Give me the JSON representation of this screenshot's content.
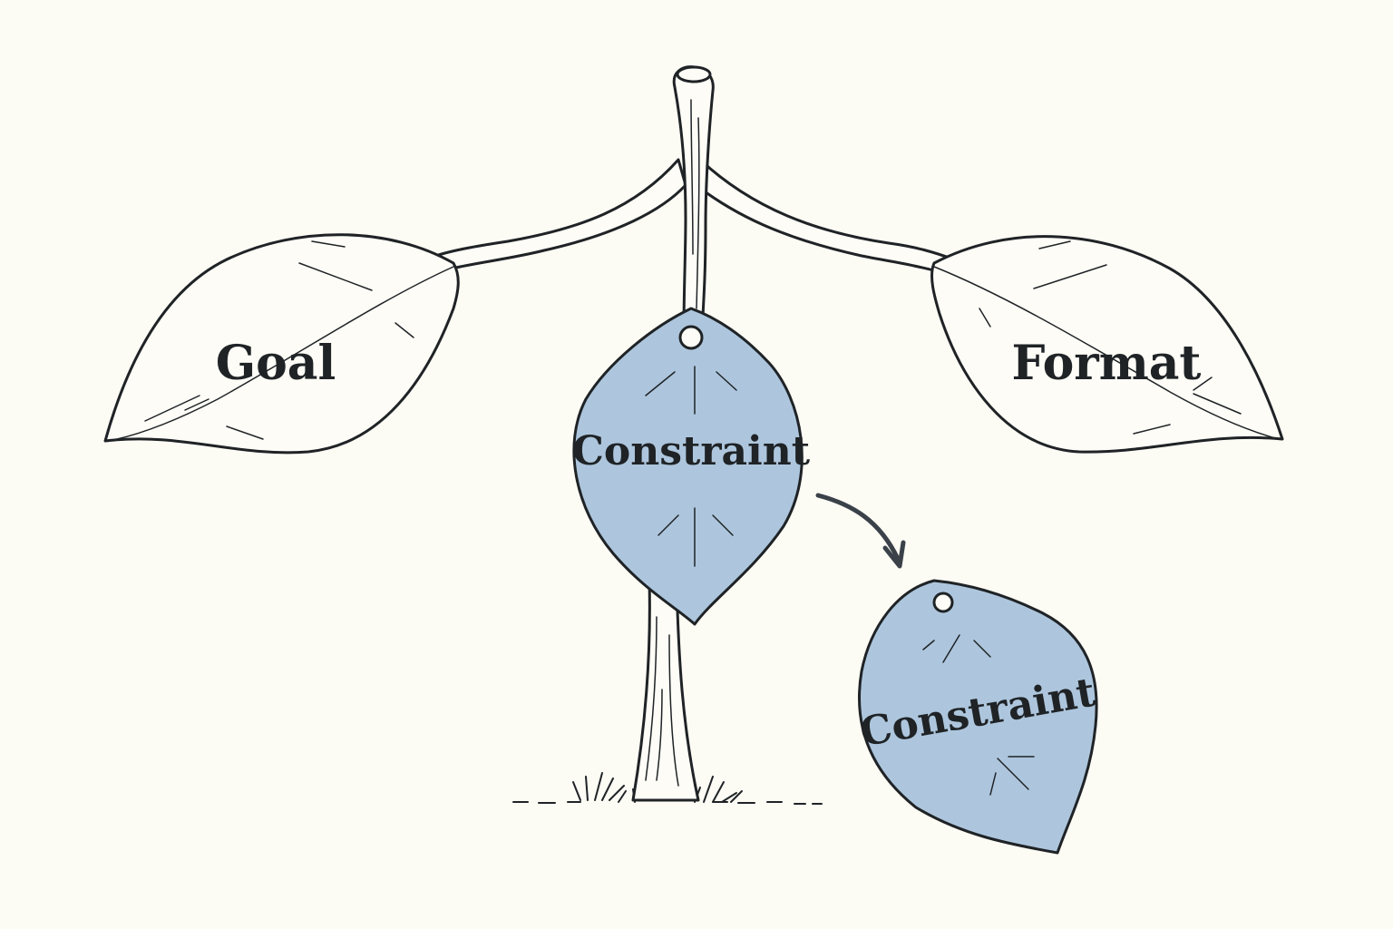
{
  "colors": {
    "background": "#fcfbf4",
    "ink": "#1f2326",
    "leaf_fill_blue": "#adc6dd",
    "leaf_fill_white": "#fdfcf6",
    "arrow": "#3a4149"
  },
  "icons": {
    "arrow": "curved-arrow-icon",
    "grass": "grass-tuft-icon"
  },
  "leaves": {
    "goal": {
      "label": "Goal"
    },
    "format": {
      "label": "Format"
    },
    "constraint_attached": {
      "label": "Constraint"
    },
    "constraint_falling": {
      "label": "Constraint"
    }
  }
}
